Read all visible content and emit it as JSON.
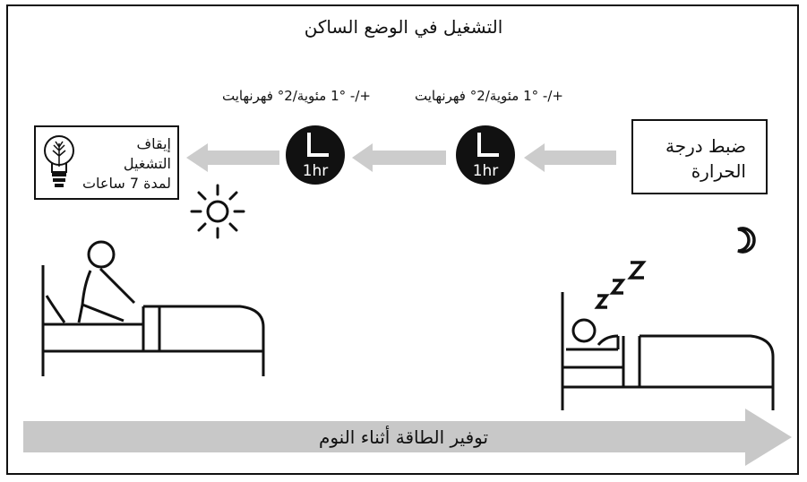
{
  "title": "التشغيل في الوضع الساكن",
  "start_box": {
    "line1": "ضبط درجة",
    "line2": "الحرارة"
  },
  "clocks": [
    {
      "label": "1hr",
      "note": "+/- 1° مئوية/2° فهرنهايت"
    },
    {
      "label": "1hr",
      "note": "+/- 1° مئوية/2° فهرنهايت"
    }
  ],
  "end_box": {
    "line1": "إيقاف",
    "line2": "التشغيل",
    "line3": "لمدة 7 ساعات"
  },
  "banner": "توفير الطاقة أثناء النوم",
  "colors": {
    "arrow": "#cccccc",
    "banner": "#c8c8c8",
    "clock_face": "#111111",
    "line": "#111111"
  },
  "icons": [
    "sun-icon",
    "moon-icon",
    "bulb-icon",
    "clock-icon",
    "zzz-icon",
    "sleeping-person-in-bed",
    "person-sitting-in-bed"
  ]
}
